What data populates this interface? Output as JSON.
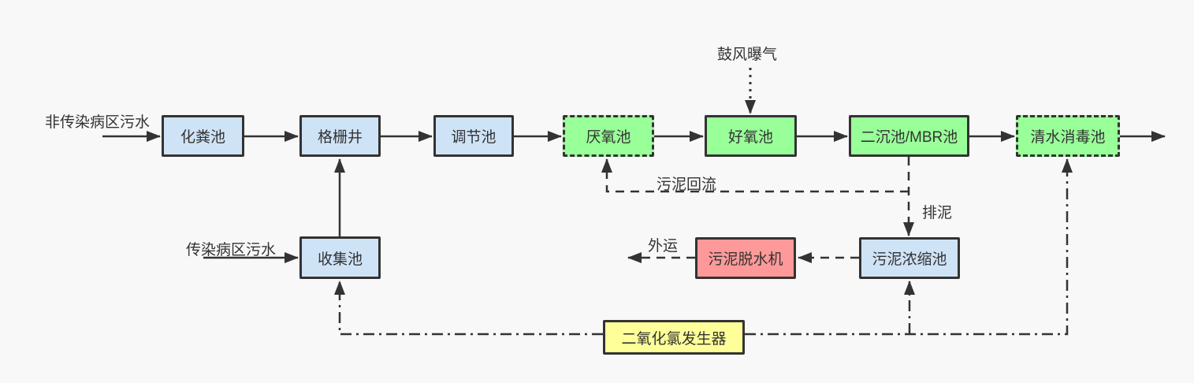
{
  "nodes": [
    {
      "label": "化粪池"
    },
    {
      "label": "格栅井"
    },
    {
      "label": "调节池"
    },
    {
      "label": "厌氧池"
    },
    {
      "label": "好氧池"
    },
    {
      "label": "二沉池/MBR池"
    },
    {
      "label": "清水消毒池"
    },
    {
      "label": "收集池"
    },
    {
      "label": "污泥脱水机"
    },
    {
      "label": "污泥浓缩池"
    },
    {
      "label": "二氧化氯发生器"
    }
  ],
  "edge_labels": {
    "non_infectious_influent": "非传染病区污水",
    "infectious_influent": "传染病区污水",
    "blast_aeration": "鼓风曝气",
    "sludge_return": "污泥回流",
    "sludge_discharge": "排泥",
    "outward_transport": "外运"
  },
  "colors": {
    "tank_blue": "#cfe3f7",
    "bio_green": "#99ff99",
    "dewater_pink": "#ff9999",
    "generator_yellow": "#ffff99",
    "line_dark": "#333333",
    "background": "#f8f8f8"
  }
}
